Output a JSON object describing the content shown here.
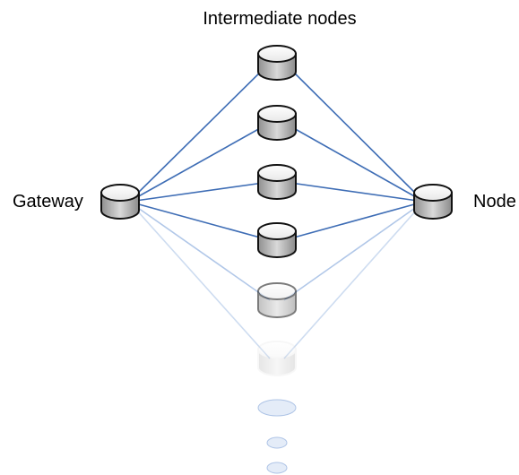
{
  "title": "Intermediate nodes",
  "gateway_label": "Gateway",
  "node_label": "Node",
  "colors": {
    "link": "#3e6db5",
    "link_faded": "#a9c2e6",
    "node_fill": "#e6e6e6",
    "node_stroke": "#111111"
  },
  "intermediate_nodes": [
    {
      "name": "intermediate-node-1",
      "opacity": 1
    },
    {
      "name": "intermediate-node-2",
      "opacity": 1
    },
    {
      "name": "intermediate-node-3",
      "opacity": 1
    },
    {
      "name": "intermediate-node-4",
      "opacity": 1
    },
    {
      "name": "intermediate-node-5",
      "opacity": 0.55
    },
    {
      "name": "intermediate-node-6",
      "opacity": 0.22
    }
  ],
  "trailing_dots": 3
}
